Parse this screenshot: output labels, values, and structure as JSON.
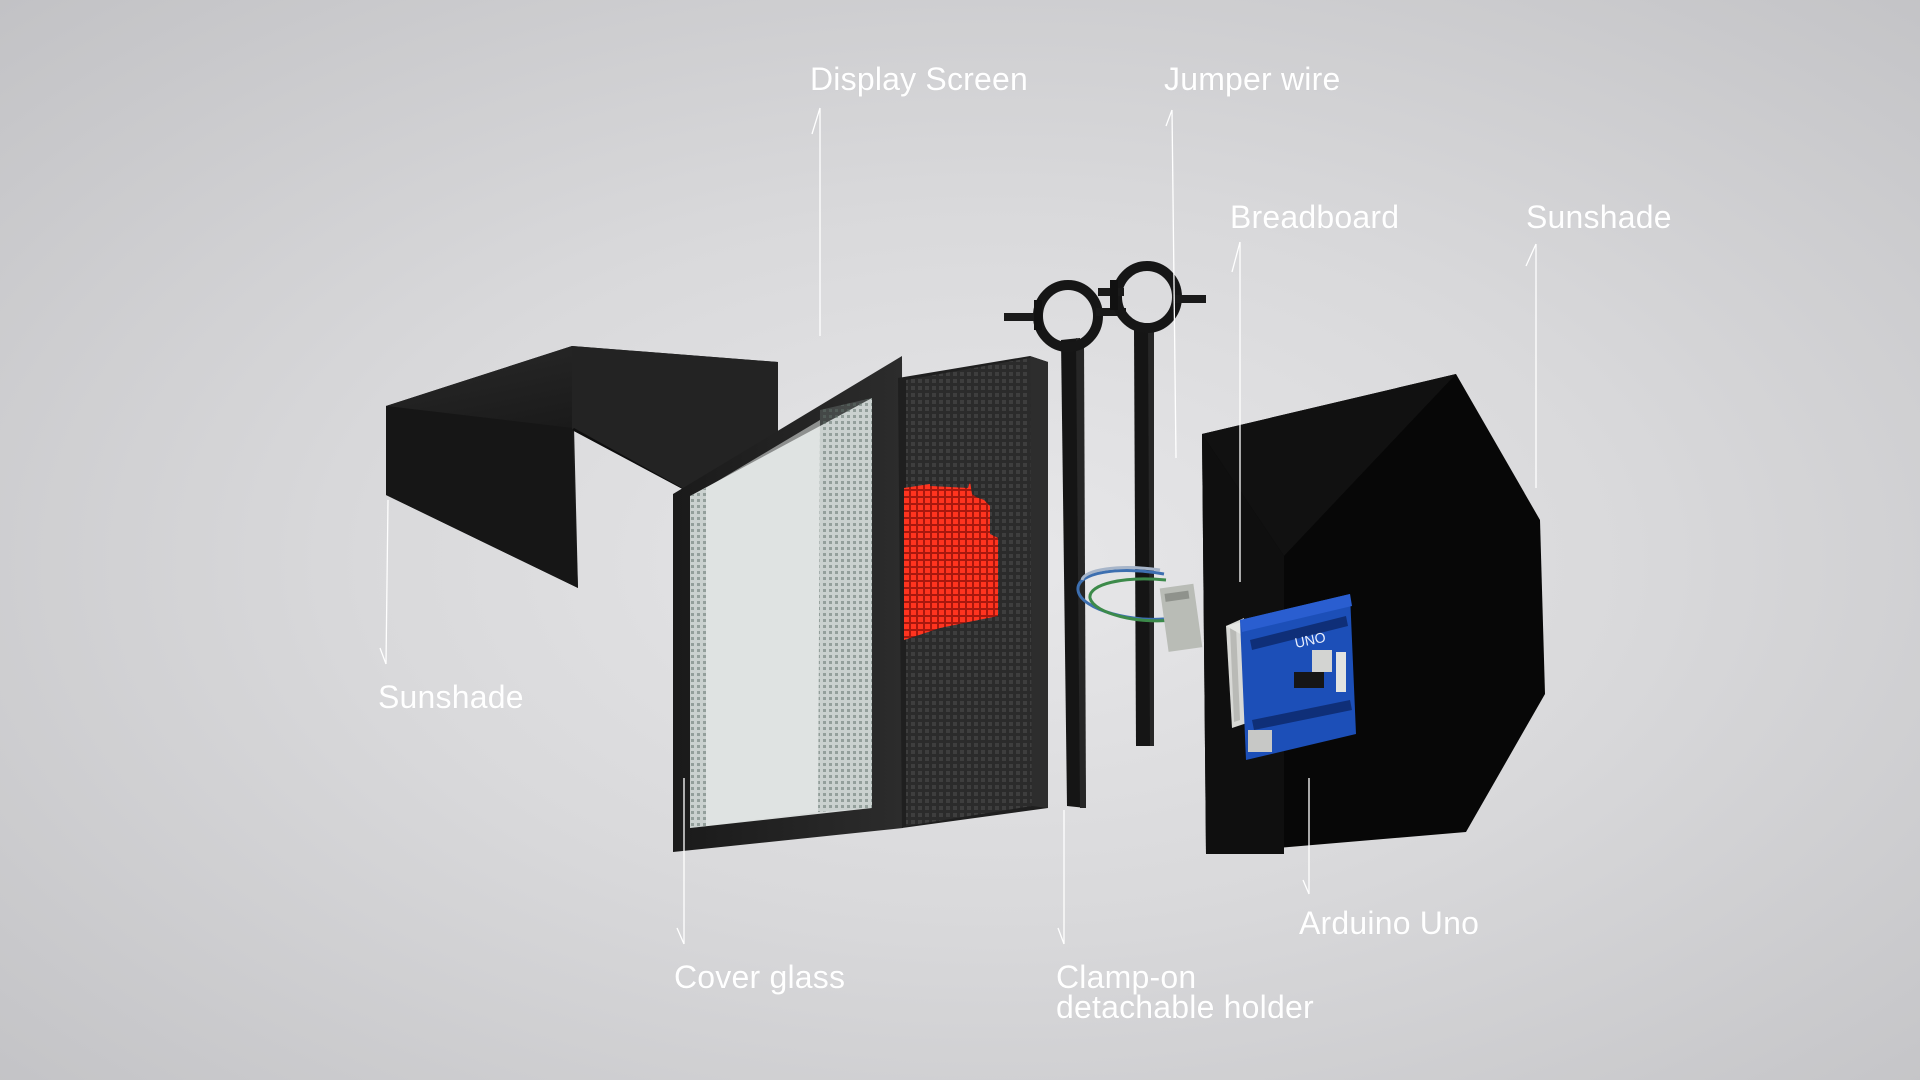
{
  "labels": {
    "display_screen": "Display Screen",
    "jumper_wire": "Jumper wire",
    "breadboard": "Breadboard",
    "sunshade_right": "Sunshade",
    "sunshade_left": "Sunshade",
    "arduino_uno": "Arduino Uno",
    "cover_glass": "Cover glass",
    "clamp_holder_line1": "Clamp-on",
    "clamp_holder_line2": "detachable holder"
  },
  "board_marking": "UNO",
  "colors": {
    "background": "#d9d9db",
    "label_text": "#ffffff",
    "component_black": "#111111",
    "led_red": "#ff2a1a",
    "board_blue": "#1c4fb8"
  }
}
